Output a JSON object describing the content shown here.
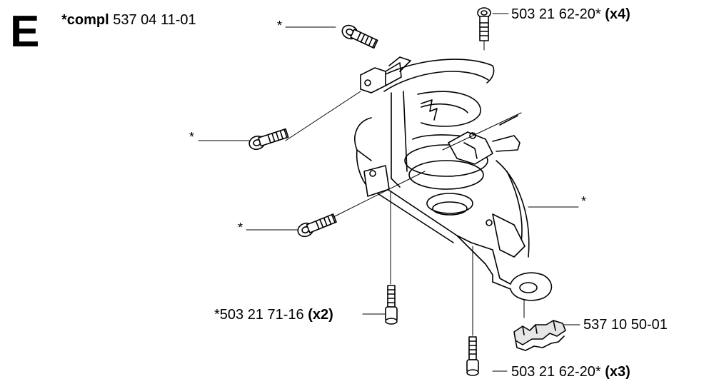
{
  "section_letter": "E",
  "assembly": {
    "prefix": "*compl",
    "number": "537 04 11-01"
  },
  "callouts": [
    {
      "id": "bolt-top-right",
      "number": "503 21 62-20*",
      "qty": "(x4)"
    },
    {
      "id": "bolt-left-bottom",
      "number": "*503 21 71-16",
      "qty": "(x2)"
    },
    {
      "id": "clip",
      "number": "537 10 50-01",
      "qty": ""
    },
    {
      "id": "bolt-bottom",
      "number": "503 21 62-20*",
      "qty": "(x3)"
    }
  ],
  "asterisk": "*",
  "colors": {
    "line": "#000000",
    "background": "#ffffff",
    "clip_fill": "#e6e6e6"
  }
}
